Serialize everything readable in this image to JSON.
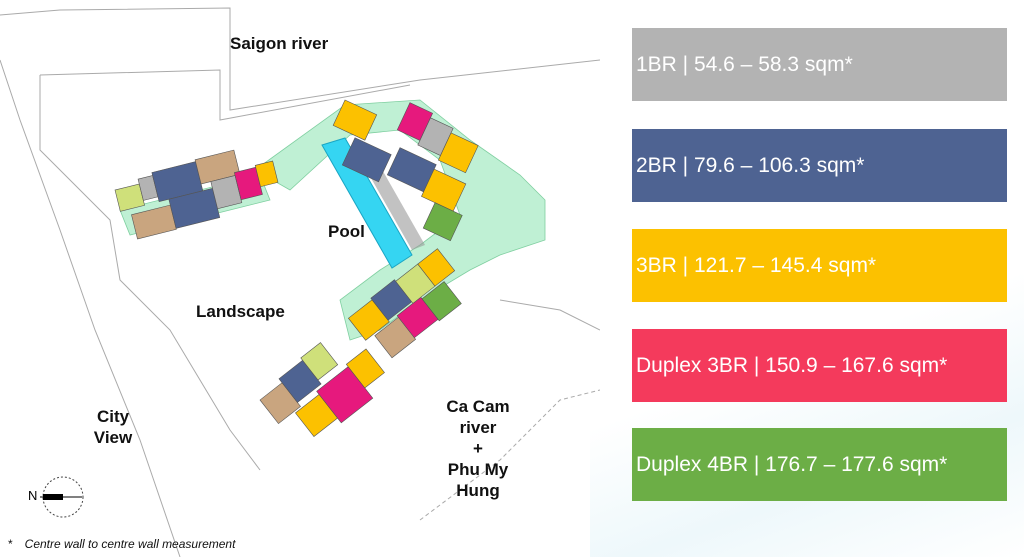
{
  "plan_labels": {
    "saigon_river": "Saigon river",
    "pool": "Pool",
    "landscape": "Landscape",
    "city_view_1": "City",
    "city_view_2": "View",
    "ca_cam_1": "Ca Cam",
    "ca_cam_2": "river",
    "ca_cam_3": "+",
    "ca_cam_4": "Phu My",
    "ca_cam_5": "Hung",
    "north": "N"
  },
  "legend": [
    {
      "label": "1BR | 54.6 – 58.3 sqm*",
      "color": "#b3b3b3"
    },
    {
      "label": "2BR | 79.6 – 106.3 sqm*",
      "color": "#4e6392"
    },
    {
      "label": "3BR | 121.7 – 145.4 sqm*",
      "color": "#fcc100"
    },
    {
      "label": "Duplex 3BR | 150.9 – 167.6 sqm*",
      "color": "#f43a5c"
    },
    {
      "label": "Duplex 4BR | 176.7 – 177.6 sqm*",
      "color": "#6cae46"
    }
  ],
  "colors": {
    "pool": "#35d5f2",
    "landscape_green": "#bff0d4",
    "tan": "#c9a57f",
    "lime": "#cfe07a"
  },
  "footnote": {
    "star": "*",
    "text": "Centre wall to centre wall measurement"
  }
}
